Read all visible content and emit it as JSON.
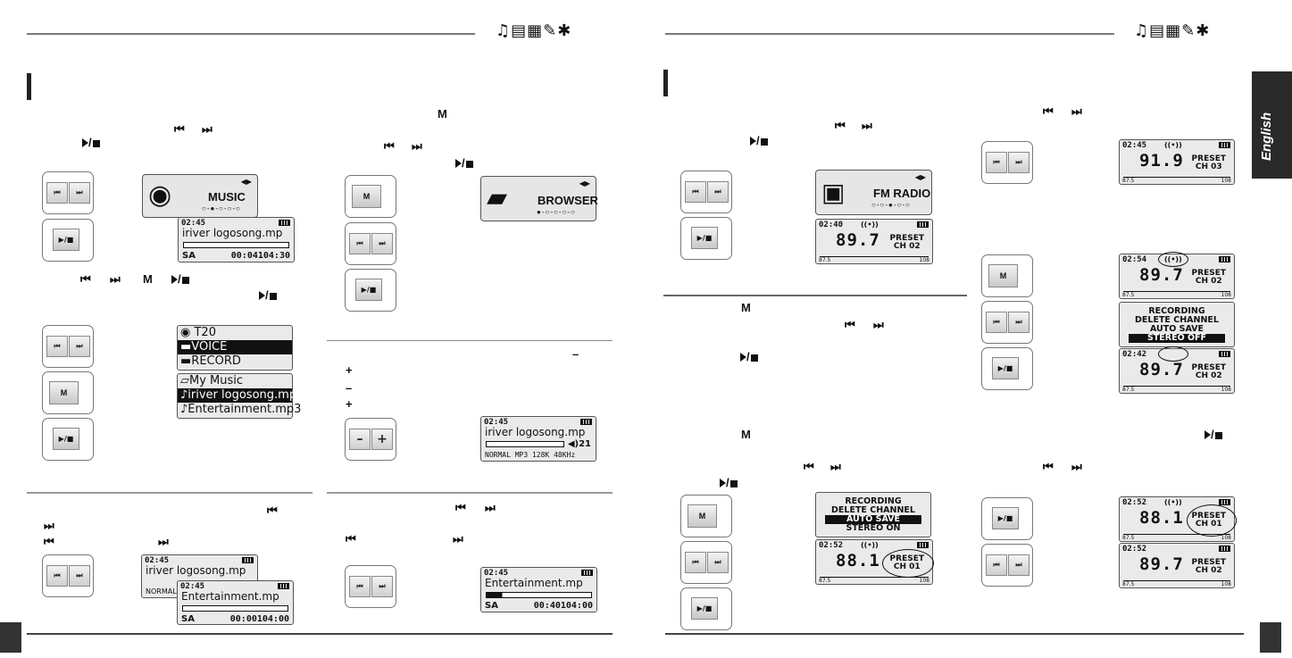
{
  "sidebar_tab": "English",
  "glyphs": {
    "prev": "⏮",
    "next": "⏭",
    "playstop": "▶/■",
    "m": "M",
    "minus": "–",
    "plus": "+",
    "icons": "♫▤▦✎✱"
  },
  "left_page": {
    "music_screen": {
      "title": "MUSIC",
      "time": "02:45",
      "song": "iriver logosong.mp",
      "counter": "00:04104:30",
      "sa": "SA"
    },
    "browser_screen": {
      "title": "BROWSER"
    },
    "list1": [
      "T20",
      "VOICE",
      "RECORD"
    ],
    "list2": [
      "My Music",
      "iriver logosong.mp",
      "Entertainment.mp3"
    ],
    "volume_screen": {
      "time": "02:45",
      "song": "iriver logosong.mp",
      "volume": "21",
      "info": "NORMAL  MP3  128K  48KHz"
    },
    "skip_screen_back": {
      "time": "02:45",
      "song": "iriver logosong.mp",
      "info": "NORMAL"
    },
    "skip_screen_front": {
      "time": "02:45",
      "song": "Entertainment.mp",
      "counter": "00:00104:00",
      "sa": "SA"
    },
    "seek_screen": {
      "time": "02:45",
      "song": "Entertainment.mp",
      "counter": "00:40104:00",
      "sa": "SA"
    }
  },
  "right_page": {
    "fm_screen": {
      "title": "FM RADIO"
    },
    "radio_1": {
      "time": "02:40",
      "freq": "89.7",
      "preset": "PRESET",
      "ch": "CH 02",
      "lo": "87.5",
      "hi": "108"
    },
    "radio_2": {
      "time": "02:52",
      "freq": "88.1",
      "preset": "PRESET",
      "ch": "CH 01",
      "lo": "87.5",
      "hi": "108"
    },
    "menu_1": [
      "RECORDING",
      "DELETE CHANNEL",
      "AUTO SAVE",
      "STEREO ON"
    ],
    "radio_3": {
      "time": "02:45",
      "freq": "91.9",
      "preset": "PRESET",
      "ch": "CH 03",
      "lo": "87.5",
      "hi": "108"
    },
    "radio_4": {
      "time": "02:54",
      "freq": "89.7",
      "preset": "PRESET",
      "ch": "CH 02",
      "lo": "87.5",
      "hi": "108"
    },
    "menu_2": [
      "RECORDING",
      "DELETE CHANNEL",
      "AUTO SAVE",
      "STEREO OFF"
    ],
    "radio_5": {
      "time": "02:42",
      "freq": "89.7",
      "preset": "PRESET",
      "ch": "CH 02",
      "lo": "87.5",
      "hi": "108"
    },
    "radio_6": {
      "time": "02:52",
      "freq": "88.1",
      "preset": "PRESET",
      "ch": "CH 01",
      "lo": "87.5",
      "hi": "108"
    },
    "radio_7": {
      "time": "02:52",
      "freq": "89.7",
      "preset": "PRESET",
      "ch": "CH 02",
      "lo": "87.5",
      "hi": "108"
    }
  }
}
